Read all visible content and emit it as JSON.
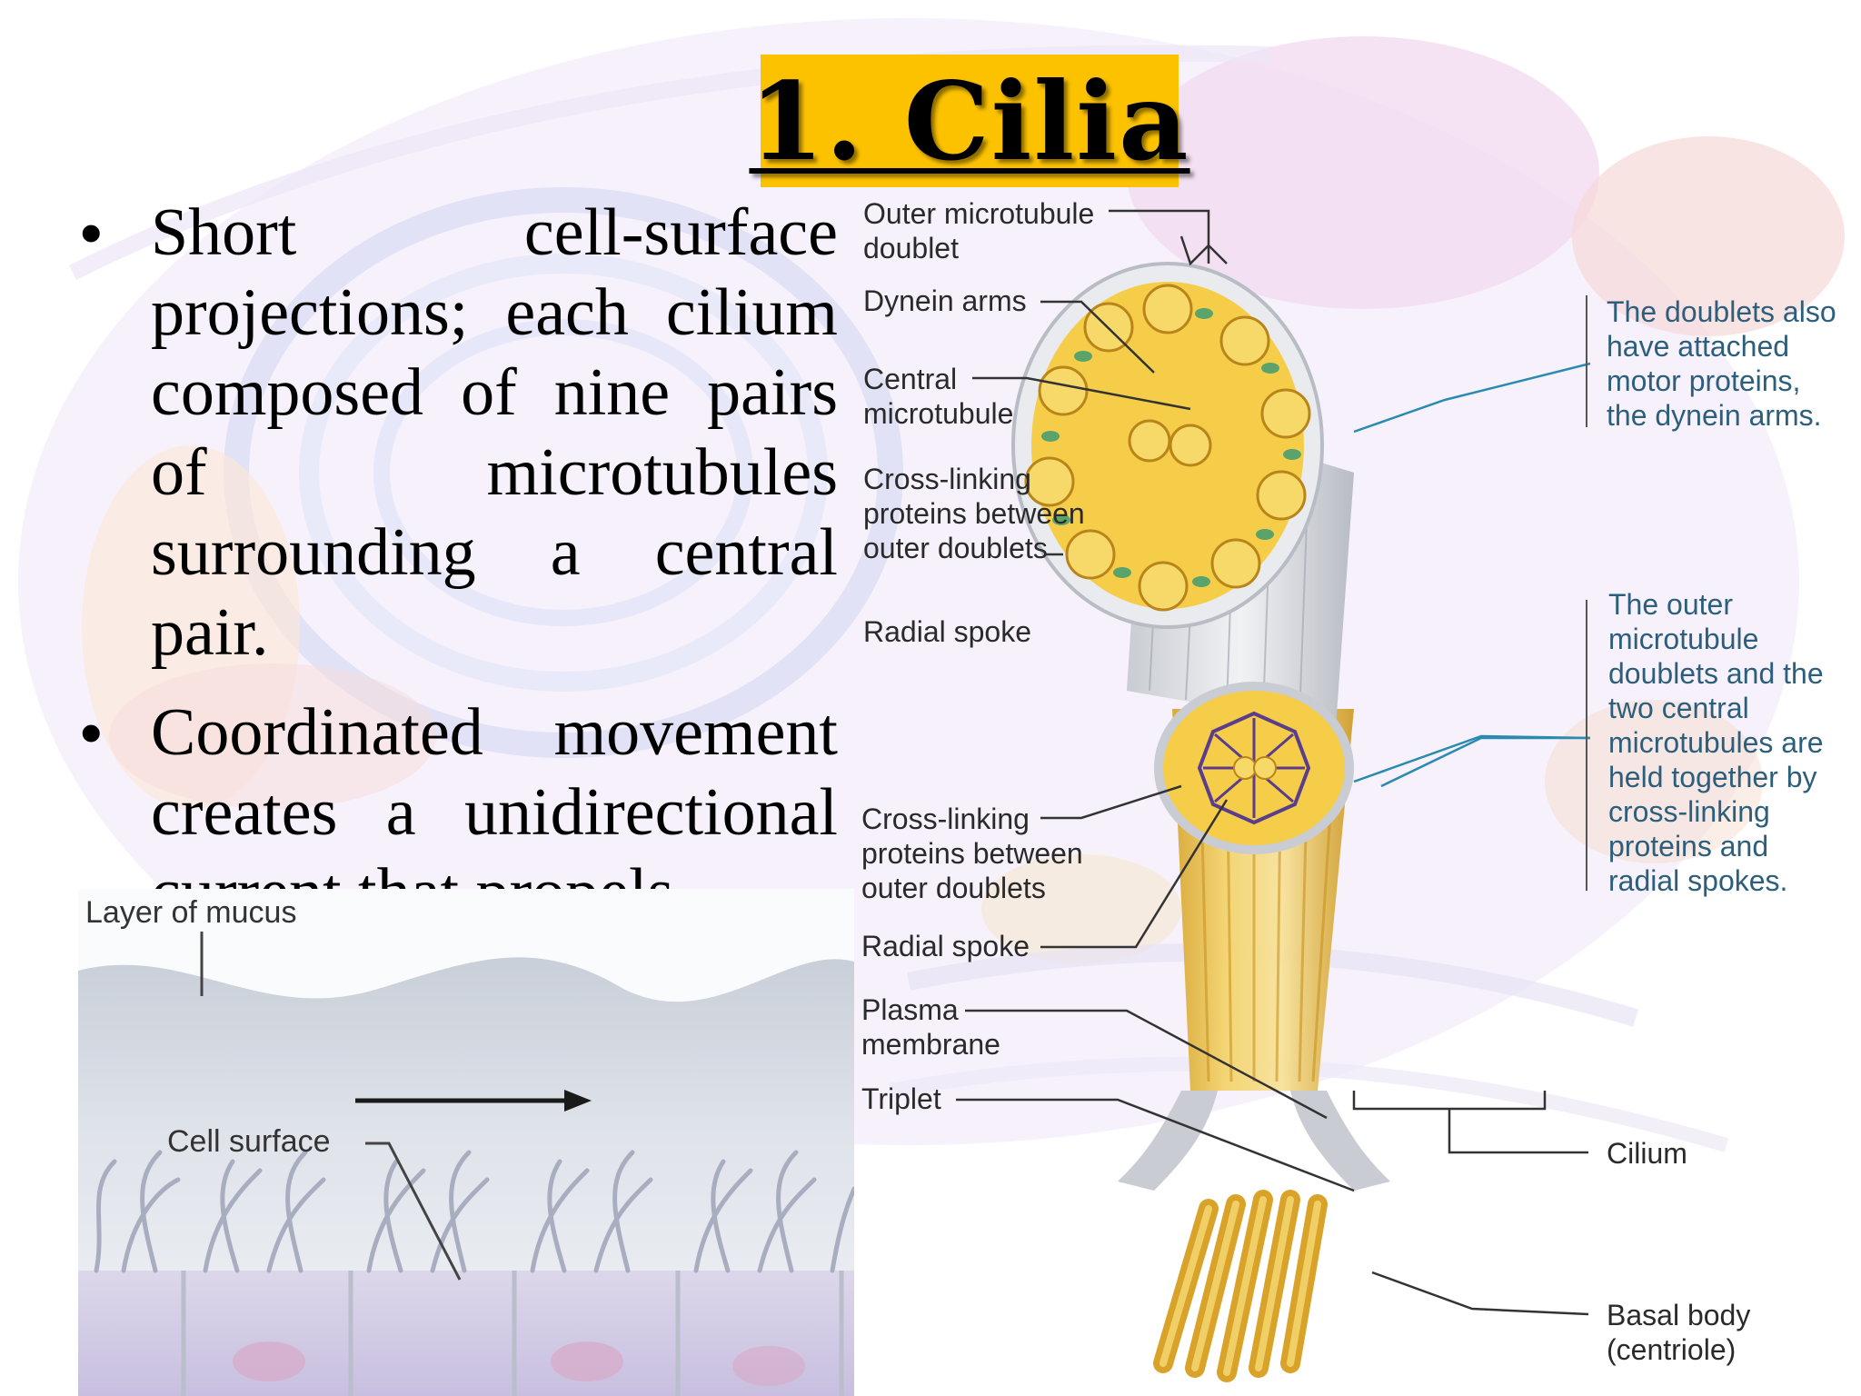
{
  "slide": {
    "title": "1.   Cilia",
    "bullets": [
      "Short cell-surface projections; each cilium composed of nine pairs of microtubules surrounding a central pair.",
      "Coordinated movement creates a unidirectional current that propels"
    ]
  },
  "mucus_figure": {
    "layer_label": "Layer of mucus",
    "surface_label": "Cell surface"
  },
  "cilium_figure": {
    "labels_left": [
      "Outer microtubule\ndoublet",
      "Dynein arms",
      "Central\nmicrotubule",
      "Cross-linking\nproteins between\nouter doublets",
      "Radial spoke",
      "Cross-linking\nproteins between\nouter doublets",
      "Radial spoke",
      "Plasma\nmembrane",
      "Triplet"
    ],
    "note_top": "The doublets also\nhave attached\nmotor proteins,\nthe dynein arms.",
    "note_middle": "The outer\nmicrotubule\ndoublets and the\ntwo central\nmicrotubules are\nheld together by\ncross-linking\nproteins and\nradial spokes.",
    "label_cilium": "Cilium",
    "label_basal_body": "Basal body\n(centriole)"
  },
  "colors": {
    "title_bg": "#fcc200",
    "annotation_blue": "#2d5f7c",
    "microtubule_yellow": "#f2c12e",
    "dynein_green": "#5aa36b"
  }
}
